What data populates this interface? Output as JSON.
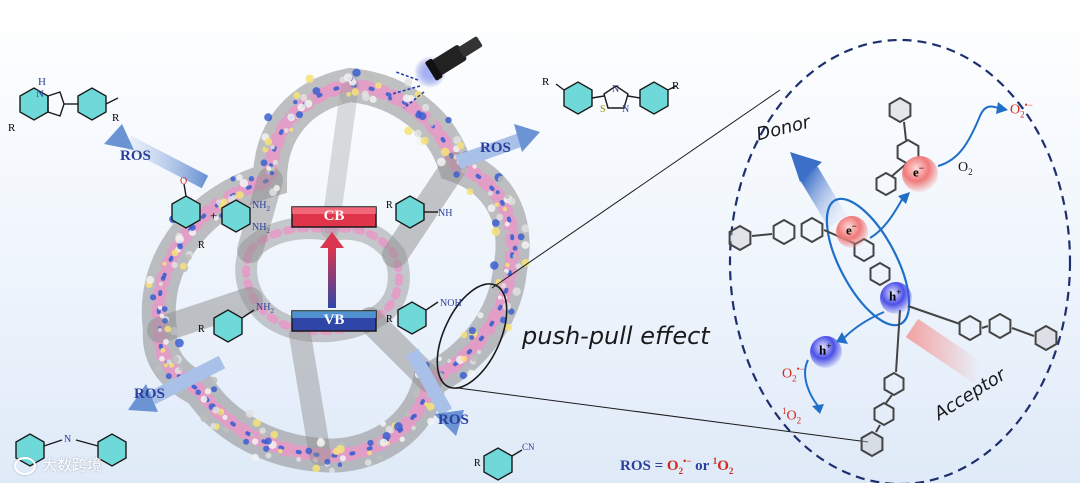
{
  "labels": {
    "ros": "ROS",
    "cb": "CB",
    "vb": "VB",
    "push_pull": "push-pull effect",
    "donor": "Donor",
    "acceptor": "Acceptor",
    "electron": "e",
    "electron_charge": "−",
    "hole": "h",
    "hole_charge": "+",
    "o2": "O",
    "o2_sub": "2",
    "superoxide": "O",
    "superoxide_sub": "2",
    "superoxide_sup": "•−",
    "singlet_sup": "1",
    "singlet": "O",
    "singlet_sub": "2"
  },
  "legend": {
    "prefix": "ROS = ",
    "term1": "O",
    "term1_sub": "2",
    "term1_sup": "•−",
    "or": " or ",
    "term2_sup": "1",
    "term2": "O",
    "term2_sub": "2"
  },
  "chem_text": {
    "nh": "NH",
    "nh2": "NH",
    "nh2_sub": "2",
    "n": "N",
    "h": "H",
    "s": "S",
    "o": "O",
    "r": "R",
    "noh": "NOH",
    "cn": "CN"
  },
  "watermark": "大数跨境",
  "colors": {
    "cb": "#e0344a",
    "vb": "#2f46a8",
    "ros_arrow": "#7fa3d9",
    "red_glow": "#f07a7a",
    "blue_glow": "#4b4fe6",
    "dashed": "#1d2f6e",
    "red_text": "#d42a1e"
  }
}
